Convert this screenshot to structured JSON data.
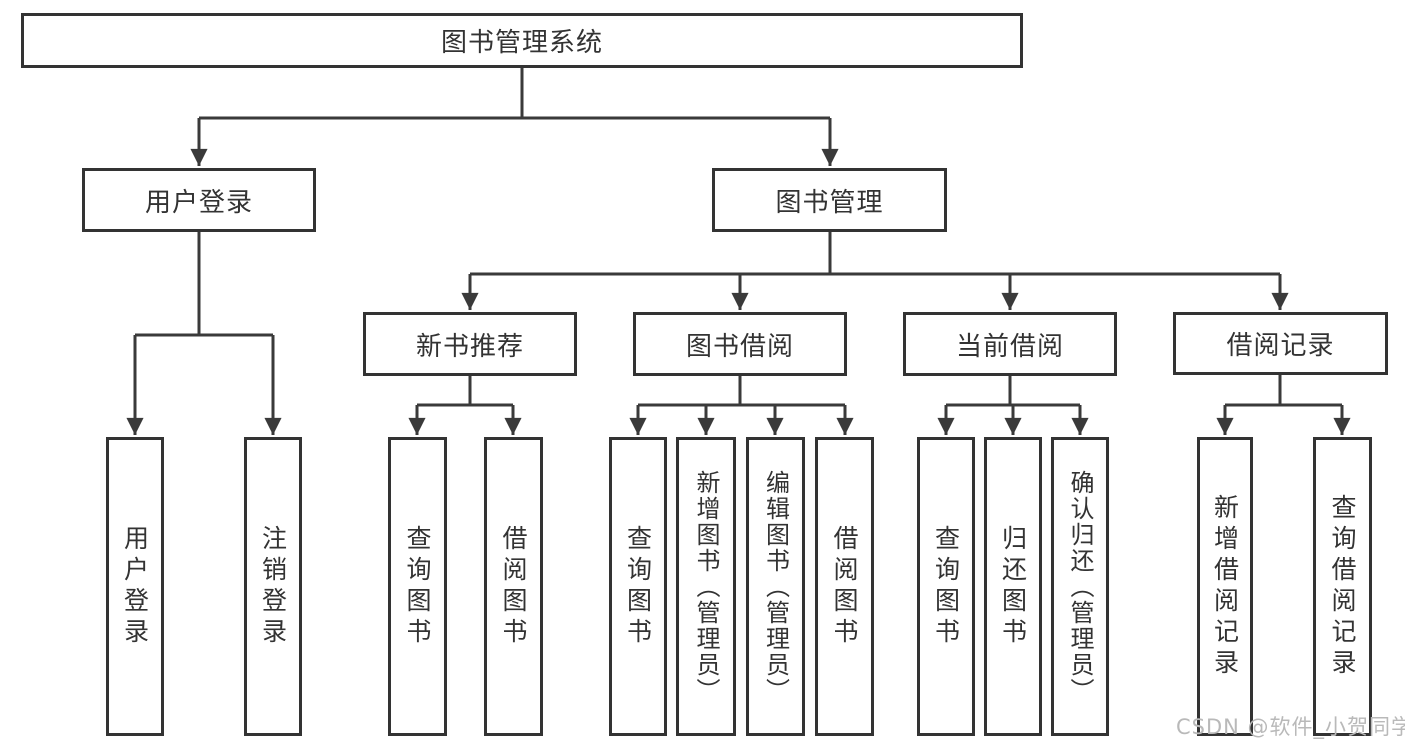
{
  "diagram": {
    "type": "hierarchy-tree",
    "colors": {
      "line": "#3a3a3a",
      "border": "#333333",
      "text": "#333333",
      "background": "#ffffff",
      "watermark": "#b9b9b9"
    },
    "watermark": "CSDN @软件_小贺同学"
  },
  "nodes": {
    "root": "图书管理系统",
    "user_login": "用户登录",
    "book_mgmt": "图书管理",
    "new_rec": "新书推荐",
    "book_borrow": "图书借阅",
    "cur_borrow": "当前借阅",
    "borrow_rec": "借阅记录",
    "leaves": [
      "用户登录",
      "注销登录",
      "查询图书",
      "借阅图书",
      "查询图书",
      "新增图书（管理员）",
      "编辑图书（管理员）",
      "借阅图书",
      "查询图书",
      "归还图书",
      "确认归还（管理员）",
      "新增借阅记录",
      "查询借阅记录"
    ]
  }
}
